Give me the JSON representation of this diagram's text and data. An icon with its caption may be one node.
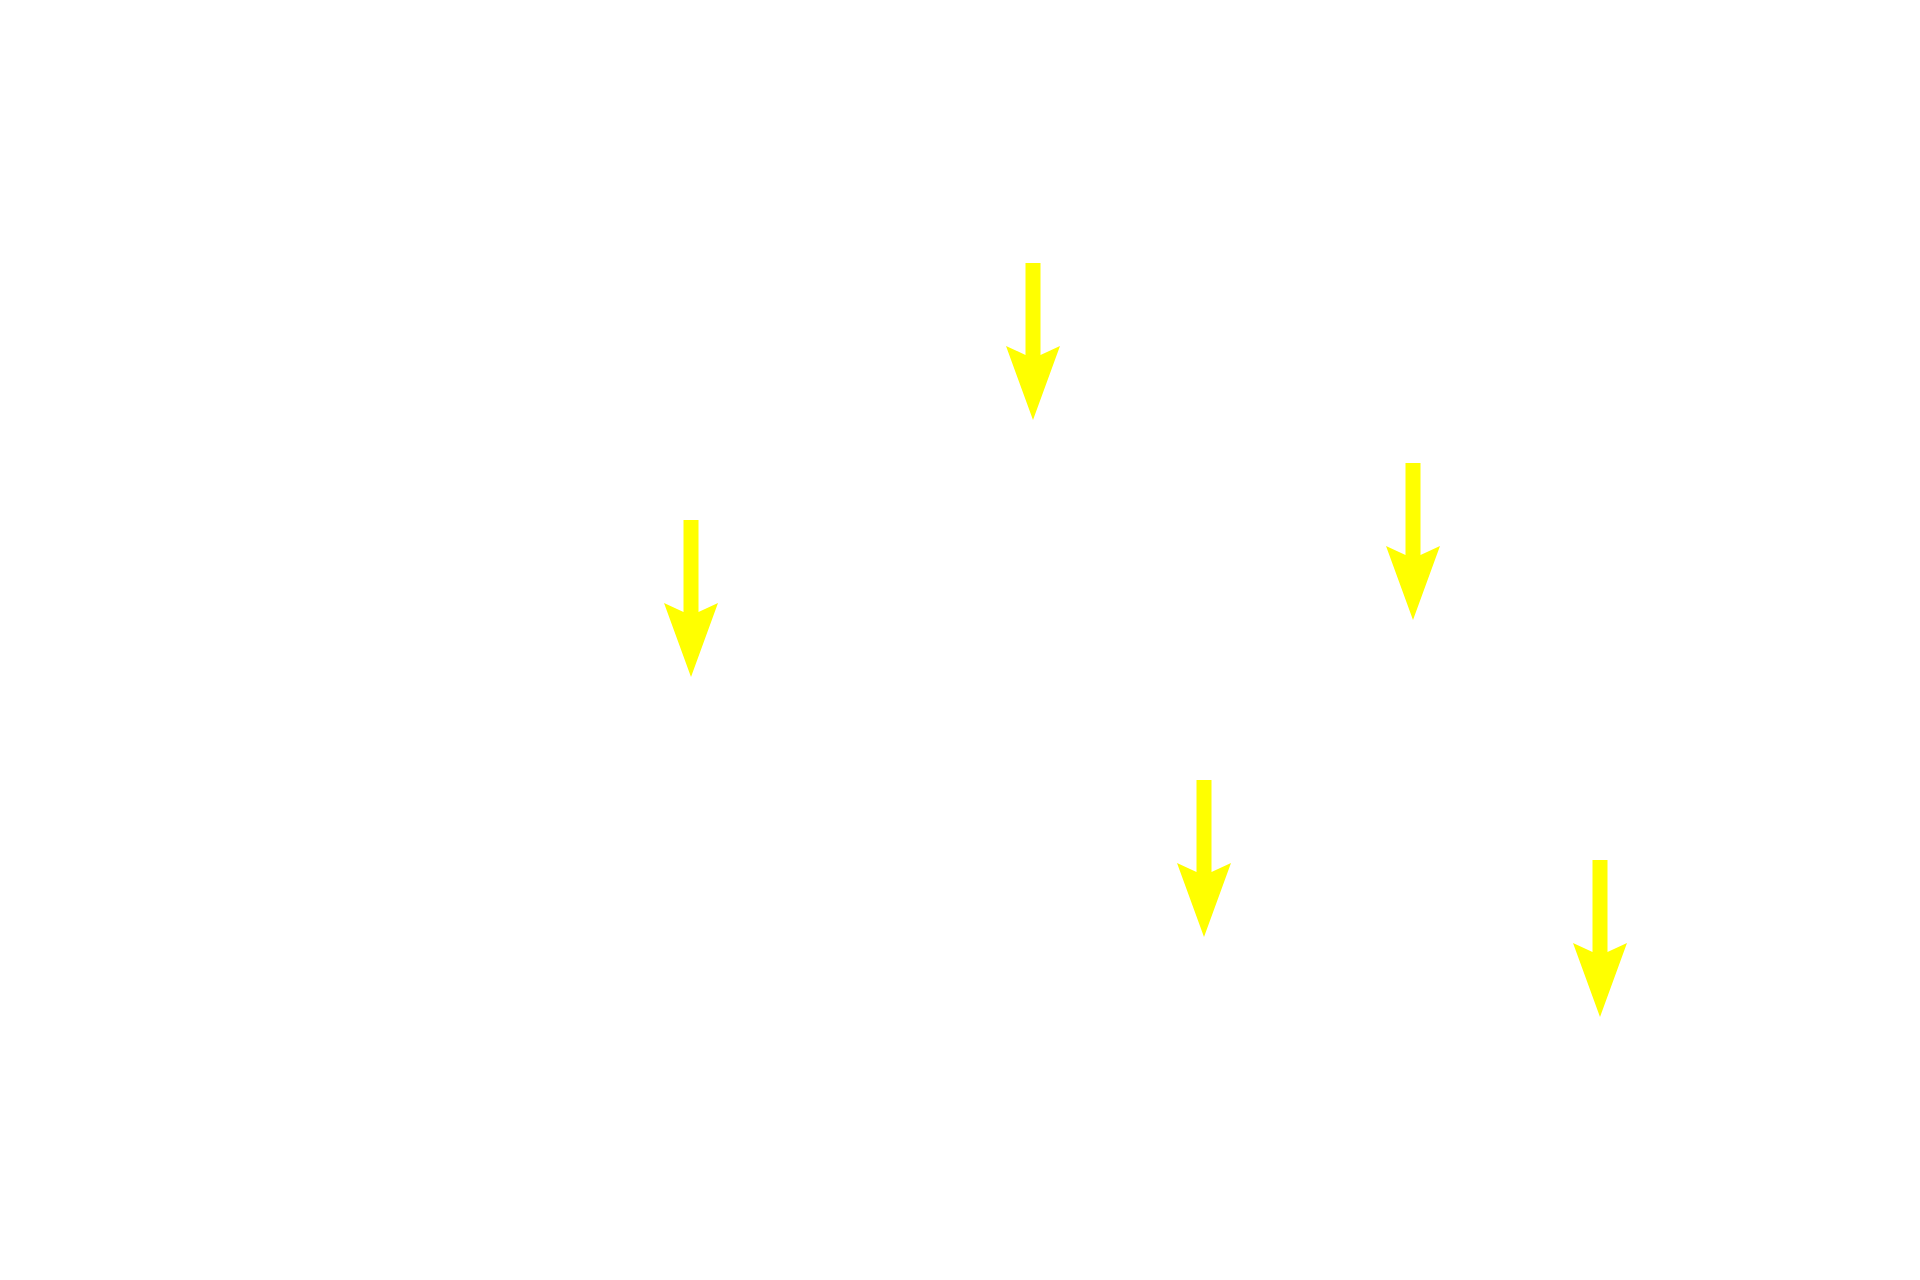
{
  "diagram": {
    "nodes": [
      {
        "text": [],
        "shape": "arrow"
      },
      {
        "text": [],
        "shape": "arrow"
      },
      {
        "text": [],
        "shape": "arrow"
      },
      {
        "text": [],
        "shape": "arrow"
      },
      {
        "text": [],
        "shape": "arrow"
      }
    ]
  }
}
